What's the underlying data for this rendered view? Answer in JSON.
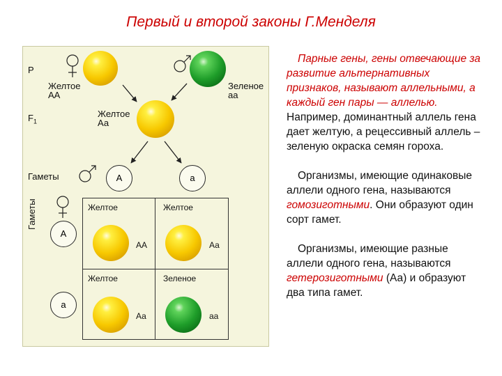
{
  "title": "Первый и второй законы Г.Менделя",
  "diagram": {
    "row_labels": {
      "parents": "P",
      "f1_main": "F",
      "f1_sub": "1",
      "gametes": "Гаметы",
      "gametes_vertical": "Гаметы"
    },
    "parent_female": {
      "phenotype": "Желтое",
      "genotype": "АА",
      "color": "#f7c800"
    },
    "parent_male": {
      "phenotype": "Зеленое",
      "genotype": "аа",
      "color": "#1f9e2a"
    },
    "f1": {
      "phenotype": "Желтое",
      "genotype": "Аа"
    },
    "gametes_top": [
      "А",
      "а"
    ],
    "gametes_left": [
      "А",
      "а"
    ],
    "punnett": [
      {
        "phenotype": "Желтое",
        "genotype": "АА",
        "color": "yellow"
      },
      {
        "phenotype": "Желтое",
        "genotype": "Аа",
        "color": "yellow"
      },
      {
        "phenotype": "Желтое",
        "genotype": "Аа",
        "color": "yellow"
      },
      {
        "phenotype": "Зеленое",
        "genotype": "аа",
        "color": "green"
      }
    ]
  },
  "text": {
    "p1_red": "Парные гены, гены отвечающие за развитие альтернативных признаков, называют аллельными, а каждый ген пары — аллелью.",
    "p1_black": " Например, доминантный аллель гена дает желтую, а рецессивный аллель – зеленую окраска семян гороха.",
    "p2_a": "Организмы, имеющие одинаковые аллели одного гена, называются ",
    "p2_red": "гомозиготными",
    "p2_b": ". Они образуют один сорт гамет.",
    "p3_a": "Организмы, имеющие разные аллели одного гена, называются ",
    "p3_red": "гетерозиготными",
    "p3_b": " (Аа) и образуют два типа гамет."
  }
}
